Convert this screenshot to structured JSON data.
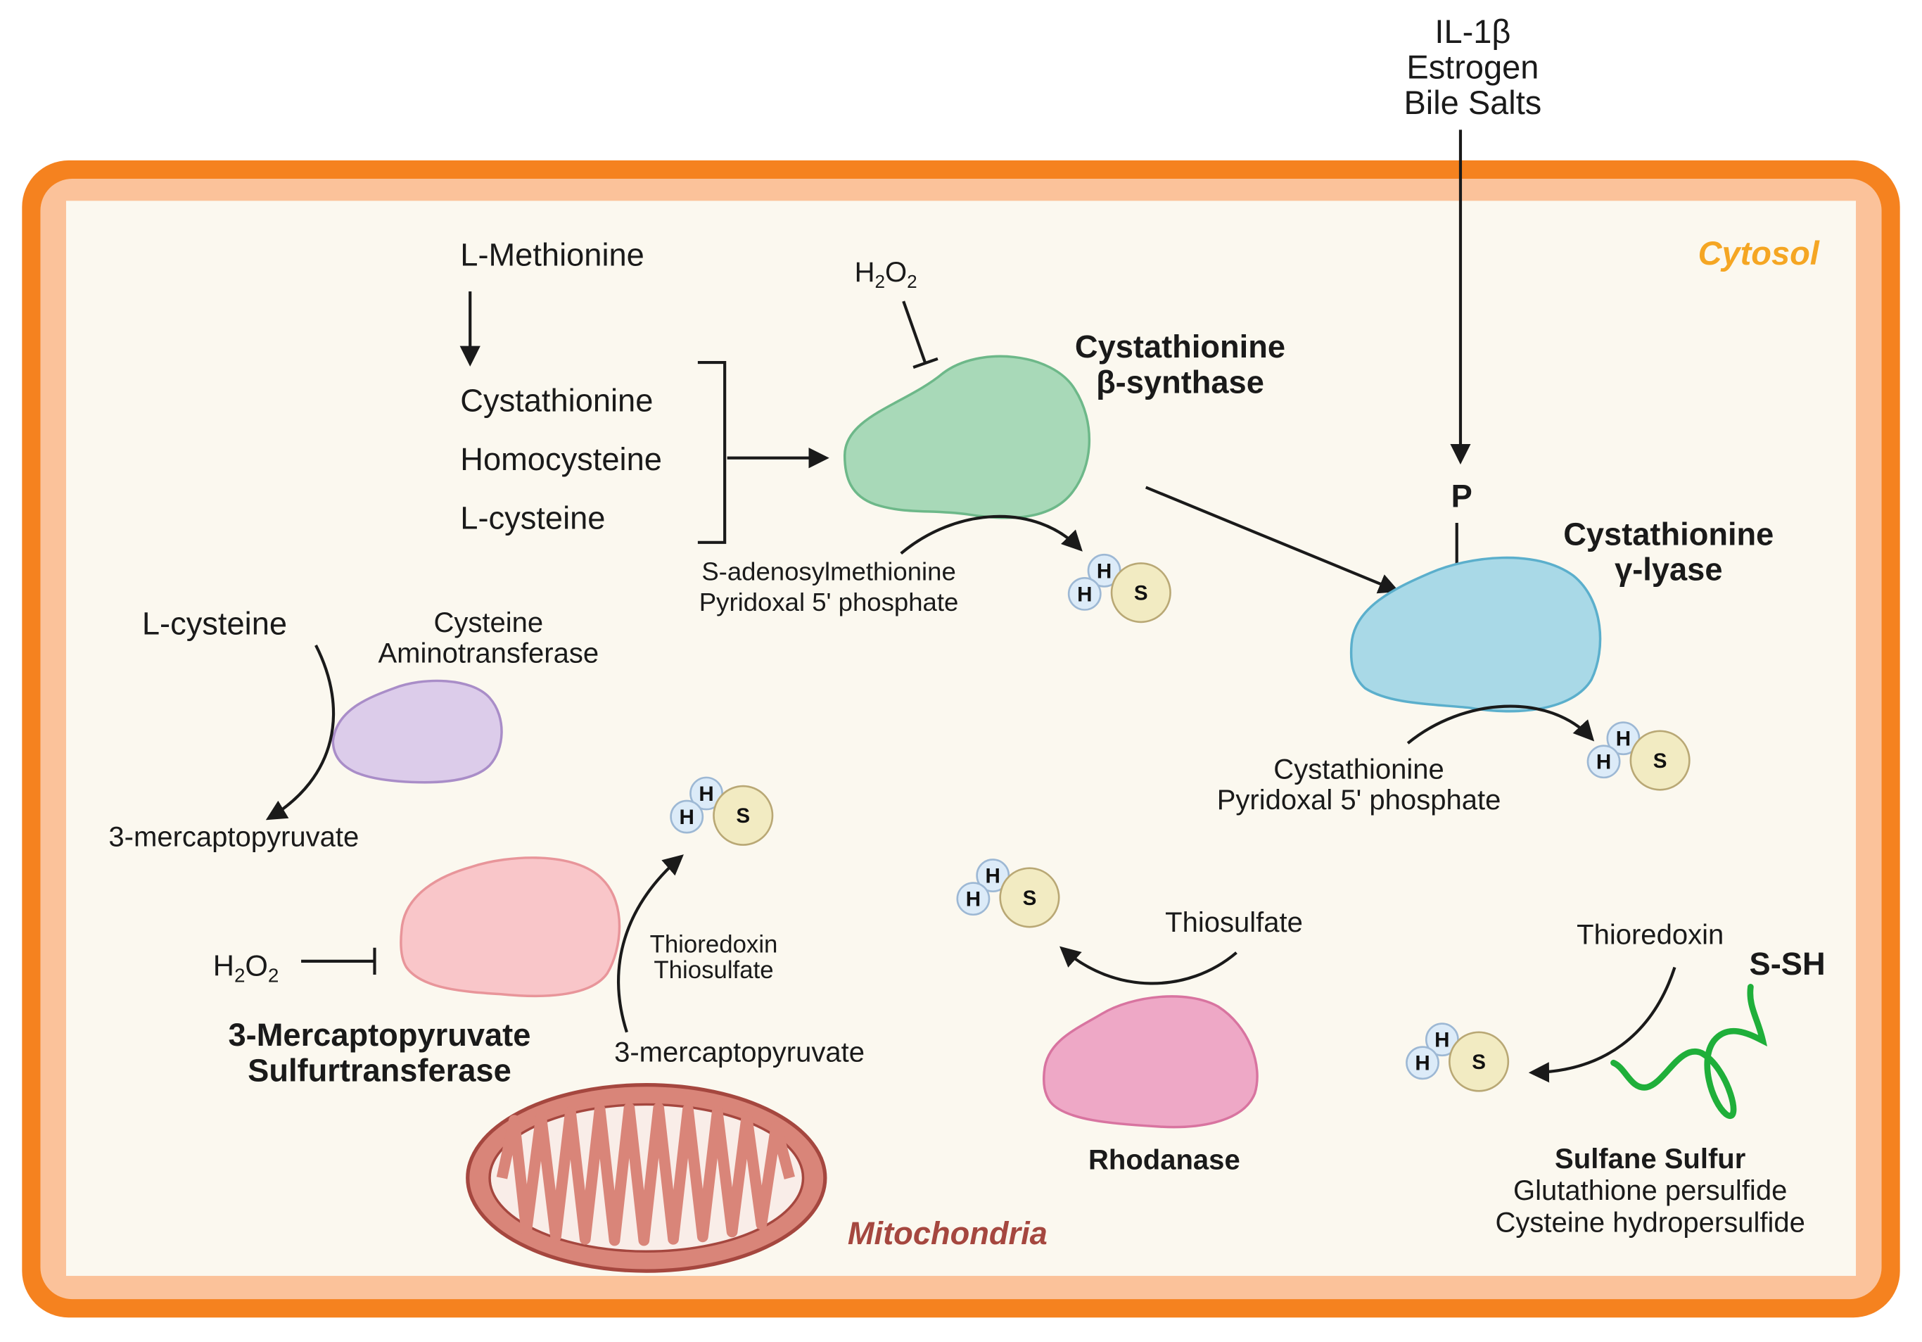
{
  "colors": {
    "membrane_outer": "#F5821F",
    "membrane_inner": "#FBC29A",
    "cytosol_fill": "#FBF8EF",
    "cbs_enzyme": "#A8D9B8",
    "cse_enzyme": "#A9D9E7",
    "cat_enzyme": "#DCCCEA",
    "mst_enzyme": "#F9C6C9",
    "rhodanase_enzyme": "#EEA8C6",
    "mitochondria": "#D98579",
    "cytosol_label": "#F5A623",
    "mitochondria_label": "#A5473F",
    "phospho_label": "#E02020",
    "ssh_label": "#B87A3D",
    "sulfane_chain": "#1FAF3A",
    "h_atom": "#DCEBF8",
    "s_atom": "#F2EBC2"
  },
  "icons": {
    "h2s_molecule": "h2s-molecule-icon",
    "mitochondrion": "mitochondrion-icon",
    "sulfane_chain": "sulfane-chain-icon"
  },
  "external_stimuli": [
    "IL-1β",
    "Estrogen",
    "Bile Salts"
  ],
  "compartments": {
    "cytosol": "Cytosol",
    "mitochondria": "Mitochondria"
  },
  "transsulfuration": {
    "l_methionine": "L-Methionine",
    "substrates": [
      "Cystathionine",
      "Homocysteine",
      "L-cysteine"
    ]
  },
  "cbs": {
    "name_line1": "Cystathionine",
    "name_line2": "β-synthase",
    "inhibitor_main": "H",
    "inhibitor_sub1": "2",
    "inhibitor_mid": "O",
    "inhibitor_sub2": "2",
    "cofactors": [
      "S-adenosylmethionine",
      "Pyridoxal 5' phosphate"
    ]
  },
  "cse": {
    "name_line1": "Cystathionine",
    "name_line2": "γ-lyase",
    "phospho": "P",
    "cofactors": [
      "Cystathionine",
      "Pyridoxal 5' phosphate"
    ]
  },
  "cat": {
    "substrate": "L-cysteine",
    "name_line1": "Cysteine",
    "name_line2": "Aminotransferase",
    "product": "3-mercaptopyruvate"
  },
  "mst": {
    "name_line1": "3-Mercaptopyruvate",
    "name_line2": "Sulfurtransferase",
    "inhibitor_main": "H",
    "inhibitor_sub1": "2",
    "inhibitor_mid": "O",
    "inhibitor_sub2": "2",
    "cofactors": [
      "Thioredoxin",
      "Thiosulfate"
    ],
    "substrate": "3-mercaptopyruvate"
  },
  "rhodanase": {
    "name": "Rhodanase",
    "substrate": "Thiosulfate"
  },
  "sulfane": {
    "reductant": "Thioredoxin",
    "group": "S-SH",
    "title": "Sulfane Sulfur",
    "examples": [
      "Glutathione persulfide",
      "Cysteine hydropersulfide"
    ]
  },
  "h2s": {
    "h": "H",
    "s": "S"
  }
}
